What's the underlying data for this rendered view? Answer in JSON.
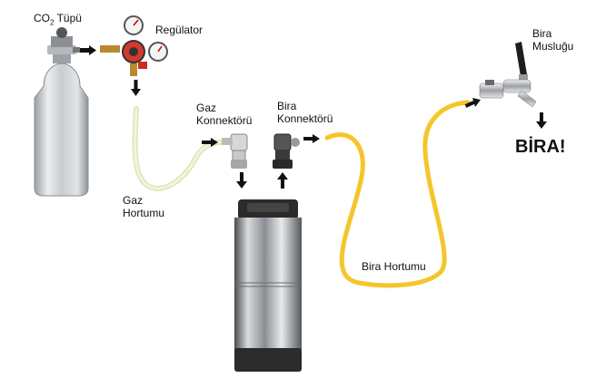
{
  "labels": {
    "co2_prefix": "CO",
    "co2_sub": "2",
    "co2_suffix": " Tüpü",
    "regulator": "Regülator",
    "gas_connector_line1": "Gaz",
    "gas_connector_line2": "Konnektörü",
    "beer_connector_line1": "Bira",
    "beer_connector_line2": "Konnektörü",
    "gas_hose_line1": "Gaz",
    "gas_hose_line2": "Hortumu",
    "beer_hose": "Bira Hortumu",
    "faucet_line1": "Bira",
    "faucet_line2": "Musluğu",
    "result": "BİRA!"
  },
  "colors": {
    "gas_hose": "#e8efc9",
    "beer_hose": "#f5c52a",
    "arrow": "#111111"
  }
}
